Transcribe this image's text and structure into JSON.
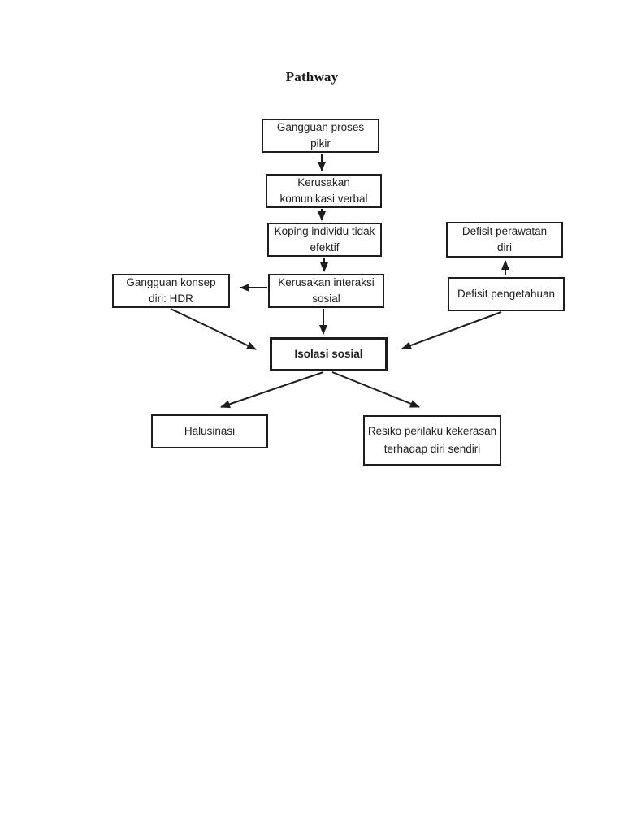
{
  "page": {
    "title": "Pathway"
  },
  "diagram": {
    "nodes": [
      {
        "id": "gangguan-proses-pikir",
        "line1": "Gangguan proses",
        "line2": "pikir"
      },
      {
        "id": "kerusakan-komunikasi-verbal",
        "line1": "Kerusakan",
        "line2": "komunikasi verbal"
      },
      {
        "id": "koping-individu-tidak-efektif",
        "line1": "Koping individu tidak",
        "line2": "efektif"
      },
      {
        "id": "kerusakan-interaksi-sosial",
        "line1": "Kerusakan interaksi",
        "line2": "sosial"
      },
      {
        "id": "gangguan-konsep-diri-hdr",
        "line1": "Gangguan konsep",
        "line2": "diri: HDR"
      },
      {
        "id": "defisit-perawatan-diri",
        "line1": "Defisit perawatan",
        "line2": "diri"
      },
      {
        "id": "defisit-pengetahuan",
        "line1": "Defisit pengetahuan"
      },
      {
        "id": "isolasi-sosial",
        "line1": "Isolasi sosial",
        "emphasis": "bold"
      },
      {
        "id": "halusinasi",
        "line1": "Halusinasi"
      },
      {
        "id": "resiko-perilaku-kekerasan",
        "line1": "Resiko perilaku kekerasan",
        "line2": "terhadap diri sendiri"
      }
    ],
    "edges": [
      {
        "from": "gangguan-proses-pikir",
        "to": "kerusakan-komunikasi-verbal"
      },
      {
        "from": "kerusakan-komunikasi-verbal",
        "to": "koping-individu-tidak-efektif"
      },
      {
        "from": "koping-individu-tidak-efektif",
        "to": "kerusakan-interaksi-sosial"
      },
      {
        "from": "kerusakan-interaksi-sosial",
        "to": "gangguan-konsep-diri-hdr"
      },
      {
        "from": "defisit-pengetahuan",
        "to": "defisit-perawatan-diri"
      },
      {
        "from": "kerusakan-interaksi-sosial",
        "to": "isolasi-sosial"
      },
      {
        "from": "gangguan-konsep-diri-hdr",
        "to": "isolasi-sosial"
      },
      {
        "from": "defisit-pengetahuan",
        "to": "isolasi-sosial"
      },
      {
        "from": "isolasi-sosial",
        "to": "halusinasi"
      },
      {
        "from": "isolasi-sosial",
        "to": "resiko-perilaku-kekerasan"
      }
    ],
    "colors": {
      "ink": "#1d1d1d",
      "background": "#ffffff"
    }
  }
}
